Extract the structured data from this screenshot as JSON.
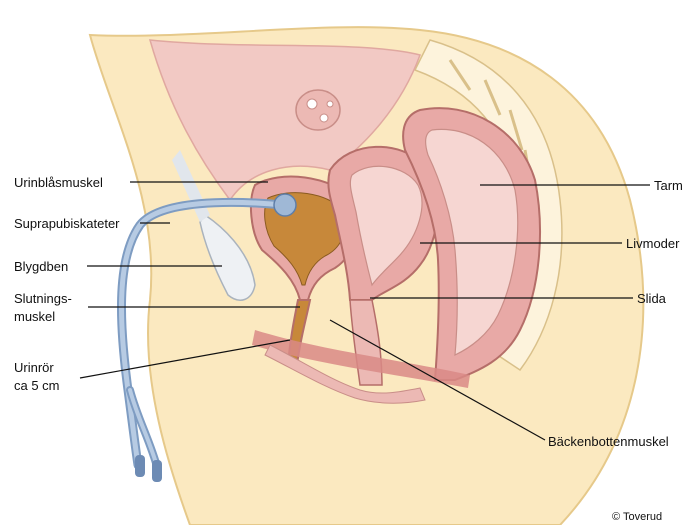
{
  "labels": {
    "urinblasmuskel": "Urinblåsmuskel",
    "suprapubiskateter": "Suprapubiskateter",
    "blygdben": "Blygdben",
    "slutnings_line1": "Slutnings-",
    "slutnings_line2": "muskel",
    "urinror_line1": "Urinrör",
    "urinror_line2": "ca 5 cm",
    "tarm": "Tarm",
    "livmoder": "Livmoder",
    "slida": "Slida",
    "backenbottenmuskel": "Bäckenbottenmuskel"
  },
  "credit": "© Toverud",
  "colors": {
    "skin": "#fbe9c0",
    "tissue": "#f2c9c4",
    "organ": "#e8a9a6",
    "organ_dark": "#d98a86",
    "urine": "#c7883a",
    "catheter": "#9fb8d6",
    "bone": "#eef1f4"
  }
}
